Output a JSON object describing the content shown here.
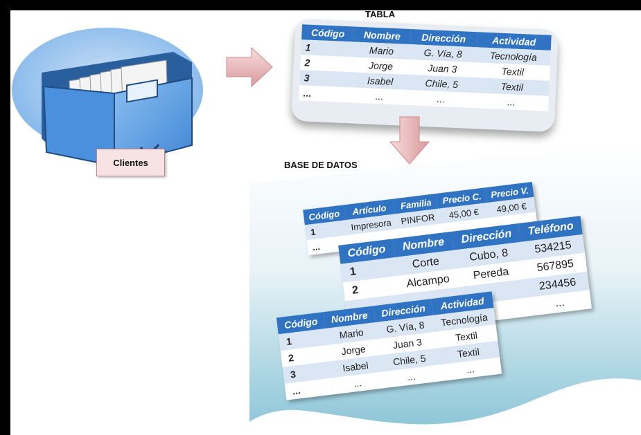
{
  "labels": {
    "tabla": "TABLA",
    "base_de_datos": "BASE DE DATOS",
    "clientes": "Clientes"
  },
  "tabla": {
    "headers": [
      "Código",
      "Nombre",
      "Dirección",
      "Actividad"
    ],
    "rows": [
      [
        "1",
        "Mario",
        "G. Vía, 8",
        "Tecnología"
      ],
      [
        "2",
        "Jorge",
        "Juan 3",
        "Textil"
      ],
      [
        "3",
        "Isabel",
        "Chile, 5",
        "Textil"
      ],
      [
        "...",
        "...",
        "...",
        "..."
      ]
    ]
  },
  "db_articulos": {
    "headers": [
      "Código",
      "Artículo",
      "Familia",
      "Precio C.",
      "Precio V."
    ],
    "rows": [
      [
        "1",
        "Impresora",
        "PINFOR",
        "45,00 €",
        "49,00 €"
      ],
      [
        "...",
        "",
        "",
        "",
        ""
      ]
    ]
  },
  "db_proveedores": {
    "headers": [
      "Código",
      "Nombre",
      "Dirección",
      "Teléfono"
    ],
    "rows": [
      [
        "1",
        "Corte",
        "Cubo, 8",
        "534215"
      ],
      [
        "2",
        "Alcampo",
        "Pereda",
        "567895"
      ],
      [
        "",
        "",
        "",
        "234456"
      ],
      [
        "",
        "",
        "",
        "..."
      ]
    ]
  },
  "db_clientes": {
    "headers": [
      "Código",
      "Nombre",
      "Dirección",
      "Actividad"
    ],
    "rows": [
      [
        "1",
        "Mario",
        "G. Vía, 8",
        "Tecnología"
      ],
      [
        "2",
        "Jorge",
        "Juan 3",
        "Textil"
      ],
      [
        "3",
        "Isabel",
        "Chile, 5",
        "Textil"
      ],
      [
        "...",
        "...",
        "...",
        "..."
      ]
    ]
  },
  "colors": {
    "header_blue": "#2f73c2",
    "row_tint": "#dbe6f4",
    "cabinet_blue": "#6aa8e8",
    "arrow_pink": "#f2c4c6"
  }
}
